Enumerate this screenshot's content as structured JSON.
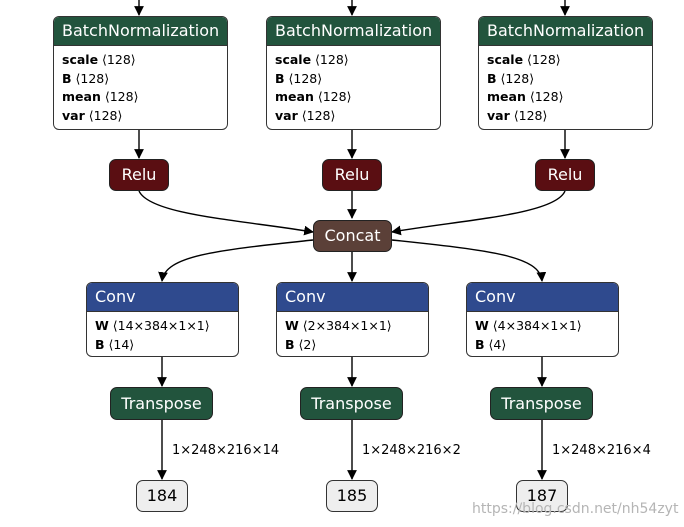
{
  "colors": {
    "batchnorm": "#22543d",
    "relu": "#5a0e12",
    "concat": "#5b4038",
    "conv": "#2f4a8e",
    "transpose": "#22543d",
    "output_bg": "#eeeeee",
    "edge": "#000000"
  },
  "batchnorm_nodes": [
    {
      "title": "BatchNormalization",
      "attrs": [
        {
          "k": "scale",
          "v": "⟨128⟩"
        },
        {
          "k": "B",
          "v": "⟨128⟩"
        },
        {
          "k": "mean",
          "v": "⟨128⟩"
        },
        {
          "k": "var",
          "v": "⟨128⟩"
        }
      ]
    },
    {
      "title": "BatchNormalization",
      "attrs": [
        {
          "k": "scale",
          "v": "⟨128⟩"
        },
        {
          "k": "B",
          "v": "⟨128⟩"
        },
        {
          "k": "mean",
          "v": "⟨128⟩"
        },
        {
          "k": "var",
          "v": "⟨128⟩"
        }
      ]
    },
    {
      "title": "BatchNormalization",
      "attrs": [
        {
          "k": "scale",
          "v": "⟨128⟩"
        },
        {
          "k": "B",
          "v": "⟨128⟩"
        },
        {
          "k": "mean",
          "v": "⟨128⟩"
        },
        {
          "k": "var",
          "v": "⟨128⟩"
        }
      ]
    }
  ],
  "relu_nodes": [
    {
      "label": "Relu"
    },
    {
      "label": "Relu"
    },
    {
      "label": "Relu"
    }
  ],
  "concat": {
    "label": "Concat"
  },
  "conv_nodes": [
    {
      "title": "Conv",
      "attrs": [
        {
          "k": "W",
          "v": "⟨14×384×1×1⟩"
        },
        {
          "k": "B",
          "v": "⟨14⟩"
        }
      ]
    },
    {
      "title": "Conv",
      "attrs": [
        {
          "k": "W",
          "v": "⟨2×384×1×1⟩"
        },
        {
          "k": "B",
          "v": "⟨2⟩"
        }
      ]
    },
    {
      "title": "Conv",
      "attrs": [
        {
          "k": "W",
          "v": "⟨4×384×1×1⟩"
        },
        {
          "k": "B",
          "v": "⟨4⟩"
        }
      ]
    }
  ],
  "transpose_nodes": [
    {
      "label": "Transpose"
    },
    {
      "label": "Transpose"
    },
    {
      "label": "Transpose"
    }
  ],
  "edge_labels": [
    "1×248×216×14",
    "1×248×216×2",
    "1×248×216×4"
  ],
  "outputs": [
    {
      "label": "184"
    },
    {
      "label": "185"
    },
    {
      "label": "187"
    }
  ],
  "watermark": "https://blog.csdn.net/nh54zyt"
}
